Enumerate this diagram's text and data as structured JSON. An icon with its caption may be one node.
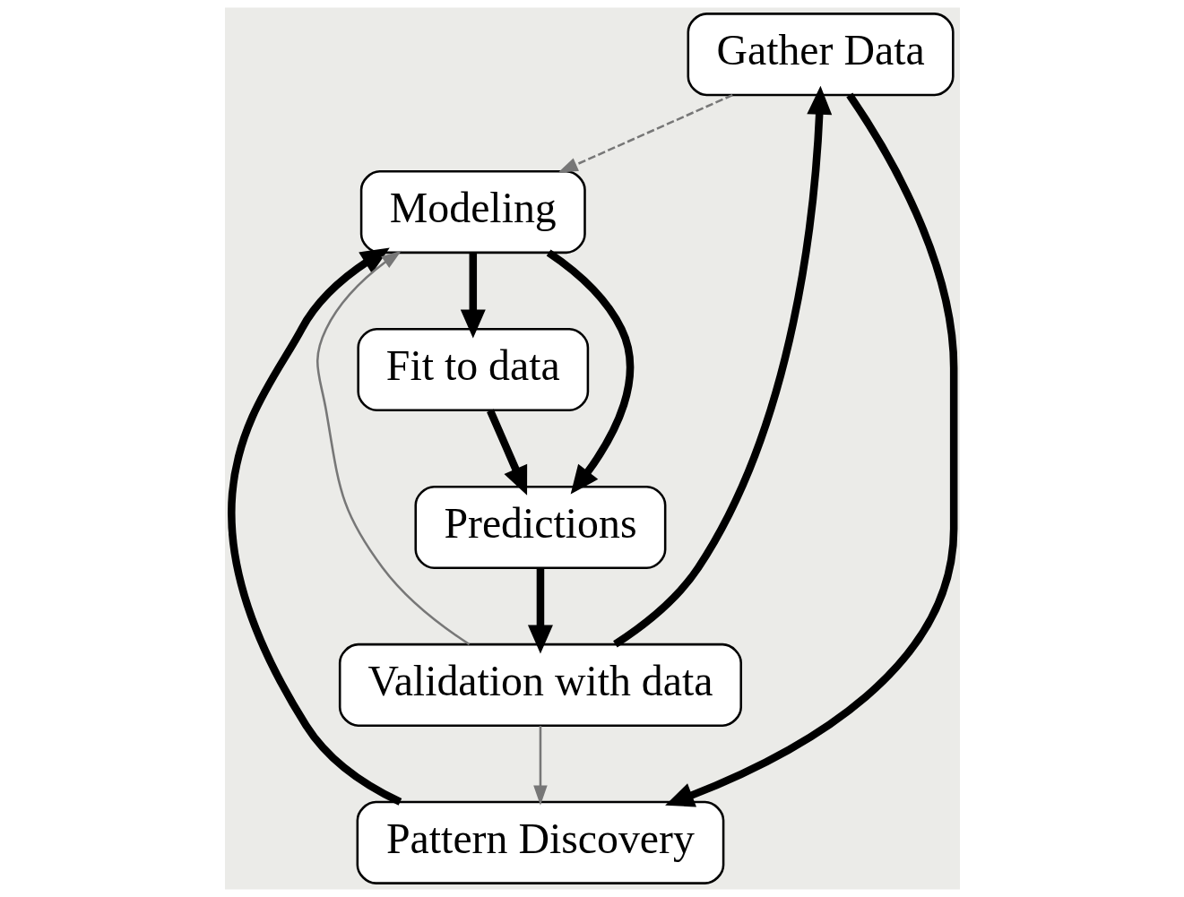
{
  "diagram": {
    "nodes": [
      {
        "text": [
          "Gather Data"
        ]
      },
      {
        "text": [
          "Modeling"
        ]
      },
      {
        "text": [
          "Pattern Discovery"
        ]
      },
      {
        "text": [
          "Fit to data"
        ]
      },
      {
        "text": [
          "Validation with data"
        ]
      },
      {
        "text": [
          "Predictions"
        ]
      }
    ],
    "edges": [
      {
        "from": 0,
        "to": 2,
        "arrow": "to"
      },
      {
        "from": 0,
        "to": 1,
        "arrow": "to",
        "style": "dashed",
        "color": "#777777"
      },
      {
        "from": 2,
        "to": 1,
        "arrow": "to"
      },
      {
        "from": 1,
        "to": 3,
        "arrow": "to"
      },
      {
        "from": 1,
        "to": 5,
        "arrow": "to"
      },
      {
        "from": 3,
        "to": 5,
        "arrow": "to"
      },
      {
        "from": 5,
        "to": 4,
        "arrow": "to"
      },
      {
        "from": 4,
        "to": 0,
        "arrow": "to"
      },
      {
        "from": 4,
        "to": 2,
        "arrow": "to",
        "color": "#777777"
      },
      {
        "from": 4,
        "to": 1,
        "arrow": "to",
        "color": "#777777"
      }
    ]
  }
}
